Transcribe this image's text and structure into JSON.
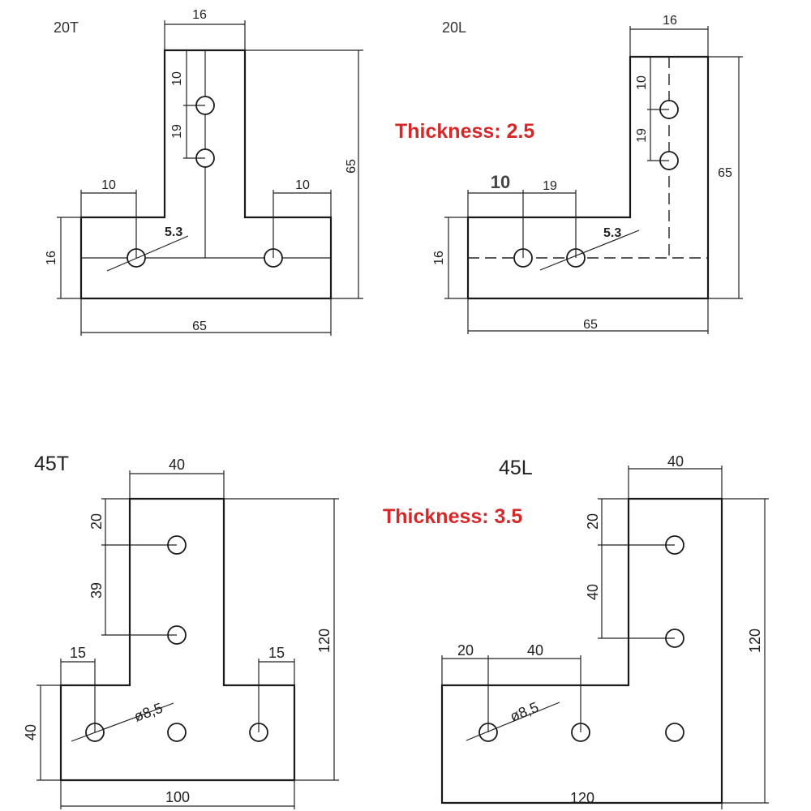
{
  "thickness_top": "Thickness:  2.5",
  "thickness_bottom": "Thickness:  3.5",
  "drawings": {
    "t20": {
      "title": "20T",
      "dim_width_top": "16",
      "dim_hole_top": "10",
      "dim_hole_gap": "19",
      "dim_side_left": "10",
      "dim_side_right": "10",
      "dim_hole_diameter": "5.3",
      "dim_base_height": "16",
      "dim_total_height": "65",
      "dim_total_width": "65"
    },
    "l20": {
      "title": "20L",
      "dim_width_top": "16",
      "dim_hole_top": "10",
      "dim_hole_gap": "19",
      "dim_side_left": "10",
      "dim_hole_spacing": "19",
      "dim_hole_diameter": "5.3",
      "dim_base_height": "16",
      "dim_total_height": "65",
      "dim_total_width": "65"
    },
    "t45": {
      "title": "45T",
      "dim_width_top": "40",
      "dim_hole_top": "20",
      "dim_hole_gap": "39",
      "dim_side_left": "15",
      "dim_side_right": "15",
      "dim_hole_diameter": "ø8,5",
      "dim_base_height": "40",
      "dim_total_height": "120",
      "dim_total_width": "100"
    },
    "l45": {
      "title": "45L",
      "dim_width_top": "40",
      "dim_hole_top": "20",
      "dim_hole_gap": "40",
      "dim_side_left": "20",
      "dim_hole_spacing": "40",
      "dim_hole_diameter": "ø8,5",
      "dim_total_height": "120",
      "dim_total_width": "120"
    }
  }
}
